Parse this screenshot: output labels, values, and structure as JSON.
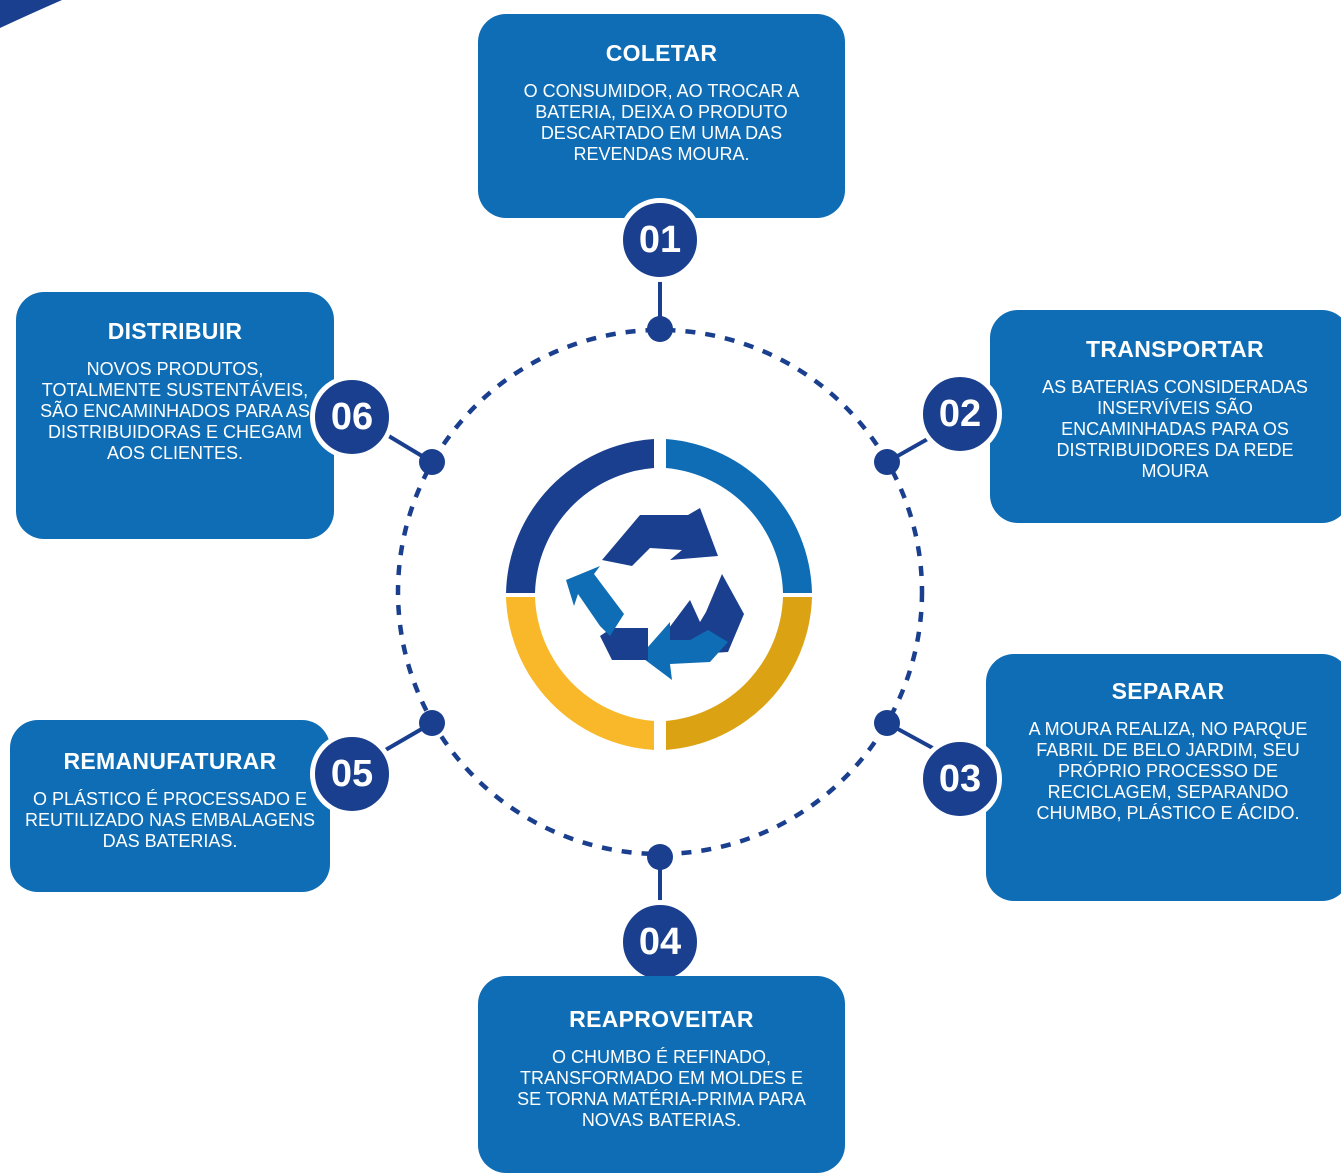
{
  "colors": {
    "box_blue": "#0f6db5",
    "dark_blue": "#1a3f8e",
    "yellow": "#f8b82a",
    "dark_yellow": "#dba313"
  },
  "center_icon": "recycle-icon",
  "steps": [
    {
      "number": "01",
      "title": "COLETAR",
      "text": "O CONSUMIDOR, AO TROCAR A BATERIA, DEIXA O PRODUTO DESCARTADO EM UMA DAS REVENDAS MOURA."
    },
    {
      "number": "02",
      "title": "TRANSPORTAR",
      "text": "AS BATERIAS CONSIDERADAS INSERVÍVEIS SÃO ENCAMINHADAS PARA OS DISTRIBUIDORES DA REDE MOURA"
    },
    {
      "number": "03",
      "title": "SEPARAR",
      "text": "A MOURA REALIZA, NO PARQUE FABRIL DE BELO JARDIM, SEU PRÓPRIO PROCESSO DE RECICLAGEM, SEPARANDO CHUMBO, PLÁSTICO E ÁCIDO."
    },
    {
      "number": "04",
      "title": "REAPROVEITAR",
      "text": "O CHUMBO É REFINADO, TRANSFORMADO EM MOLDES E SE TORNA MATÉRIA-PRIMA PARA NOVAS BATERIAS."
    },
    {
      "number": "05",
      "title": "REMANUFATURAR",
      "text": "O PLÁSTICO É PROCESSADO E REUTILIZADO NAS EMBALAGENS DAS BATERIAS."
    },
    {
      "number": "06",
      "title": "DISTRIBUIR",
      "text": "NOVOS PRODUTOS, TOTALMENTE SUSTENTÁVEIS, SÃO ENCAMINHADOS PARA AS DISTRIBUIDORAS E CHEGAM AOS CLIENTES."
    }
  ]
}
